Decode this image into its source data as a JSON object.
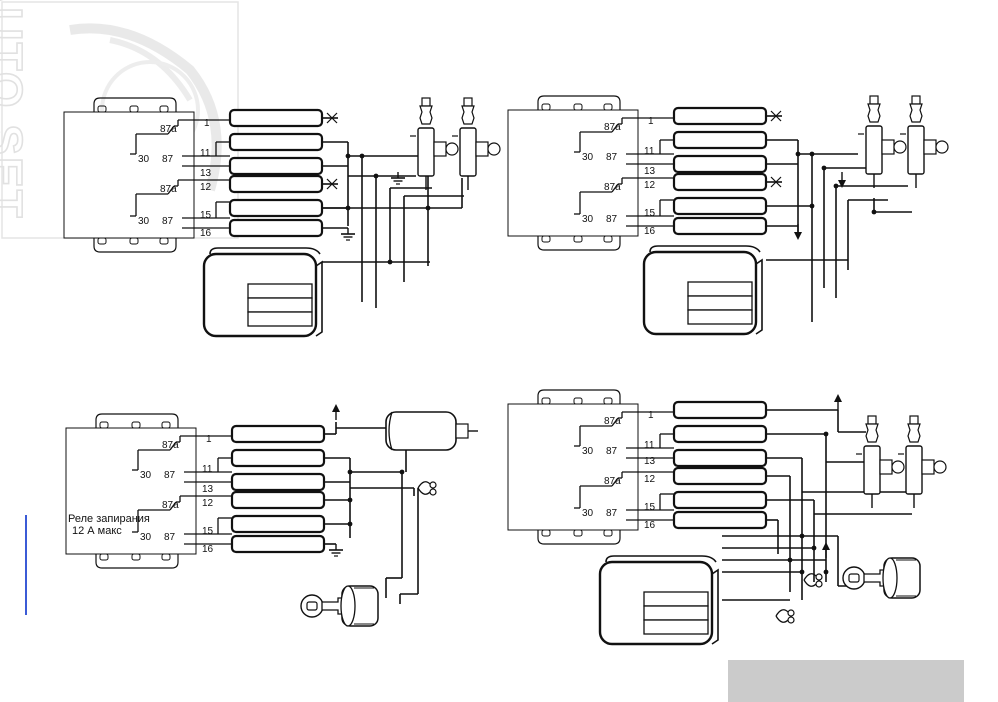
{
  "watermark": {
    "text": "AUTO SET"
  },
  "relay_labels": {
    "contact_87a": "87a",
    "contact_30": "30",
    "contact_87": "87"
  },
  "relay_note": {
    "line1": "Реле запирания",
    "line2": "12 А макс"
  },
  "quadrants": [
    {
      "name": "top-left",
      "pins": [
        "1",
        "11",
        "13",
        "12",
        "15",
        "16"
      ]
    },
    {
      "name": "top-right",
      "pins": [
        "1",
        "11",
        "13",
        "12",
        "15",
        "16"
      ]
    },
    {
      "name": "bottom-left",
      "pins": [
        "1",
        "11",
        "13",
        "12",
        "15",
        "16"
      ]
    },
    {
      "name": "bottom-right",
      "pins": [
        "1",
        "11",
        "13",
        "12",
        "15",
        "16"
      ]
    }
  ],
  "colors": {
    "line": "#111111",
    "box": "#111111",
    "gray_bar": "#cbcbcb",
    "accent_line": "#3b5bd6"
  }
}
